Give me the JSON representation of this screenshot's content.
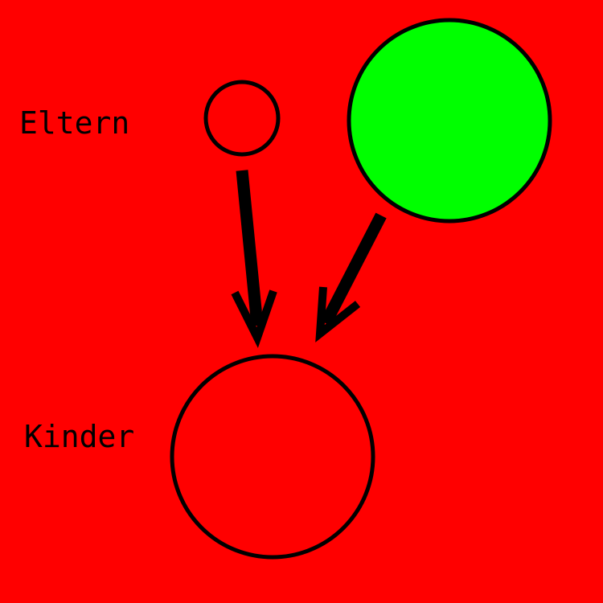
{
  "labels": {
    "parents": "Eltern",
    "children": "Kinder"
  },
  "nodes": [
    {
      "id": "parent-small",
      "role": "parent",
      "fill": "#ff0000"
    },
    {
      "id": "parent-green",
      "role": "parent",
      "fill": "#00ff00"
    },
    {
      "id": "child",
      "role": "child",
      "fill": "#ff0000"
    }
  ],
  "edges": [
    {
      "from": "parent-small",
      "to": "child"
    },
    {
      "from": "parent-green",
      "to": "child"
    }
  ],
  "colors": {
    "background": "#ff0000",
    "stroke": "#000000",
    "highlight": "#00ff00"
  }
}
